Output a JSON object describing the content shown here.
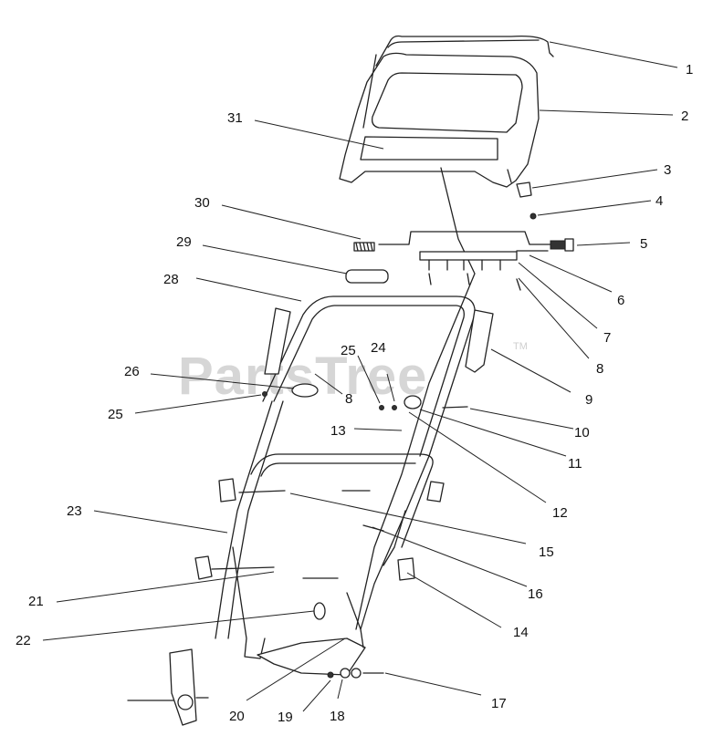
{
  "watermark": {
    "text": "PartsTree",
    "tm": "TM"
  },
  "callouts": [
    {
      "id": "c1",
      "text": "1"
    },
    {
      "id": "c2",
      "text": "2"
    },
    {
      "id": "c3",
      "text": "3"
    },
    {
      "id": "c4",
      "text": "4"
    },
    {
      "id": "c5",
      "text": "5"
    },
    {
      "id": "c6",
      "text": "6"
    },
    {
      "id": "c7",
      "text": "7"
    },
    {
      "id": "c8a",
      "text": "8"
    },
    {
      "id": "c8b",
      "text": "8"
    },
    {
      "id": "c9",
      "text": "9"
    },
    {
      "id": "c10",
      "text": "10"
    },
    {
      "id": "c11",
      "text": "11"
    },
    {
      "id": "c12",
      "text": "12"
    },
    {
      "id": "c13",
      "text": "13"
    },
    {
      "id": "c14",
      "text": "14"
    },
    {
      "id": "c15",
      "text": "15"
    },
    {
      "id": "c16",
      "text": "16"
    },
    {
      "id": "c17",
      "text": "17"
    },
    {
      "id": "c18",
      "text": "18"
    },
    {
      "id": "c19",
      "text": "19"
    },
    {
      "id": "c20",
      "text": "20"
    },
    {
      "id": "c21",
      "text": "21"
    },
    {
      "id": "c22",
      "text": "22"
    },
    {
      "id": "c23",
      "text": "23"
    },
    {
      "id": "c24",
      "text": "24"
    },
    {
      "id": "c25a",
      "text": "25"
    },
    {
      "id": "c25b",
      "text": "25"
    },
    {
      "id": "c26",
      "text": "26"
    },
    {
      "id": "c28",
      "text": "28"
    },
    {
      "id": "c29",
      "text": "29"
    },
    {
      "id": "c30",
      "text": "30"
    },
    {
      "id": "c31",
      "text": "31"
    }
  ]
}
